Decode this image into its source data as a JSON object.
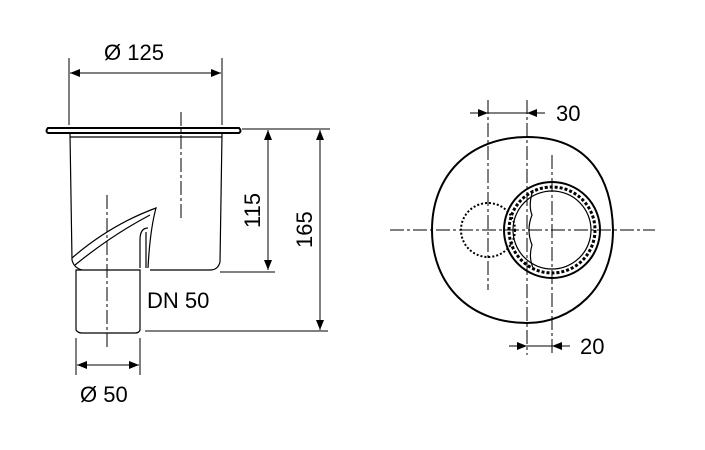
{
  "side_view": {
    "diameter_top": "Ø 125",
    "height_body": "115",
    "height_total": "165",
    "outlet_label": "DN 50",
    "diameter_outlet": "Ø 50"
  },
  "top_view": {
    "offset_top": "30",
    "offset_bottom": "20"
  }
}
